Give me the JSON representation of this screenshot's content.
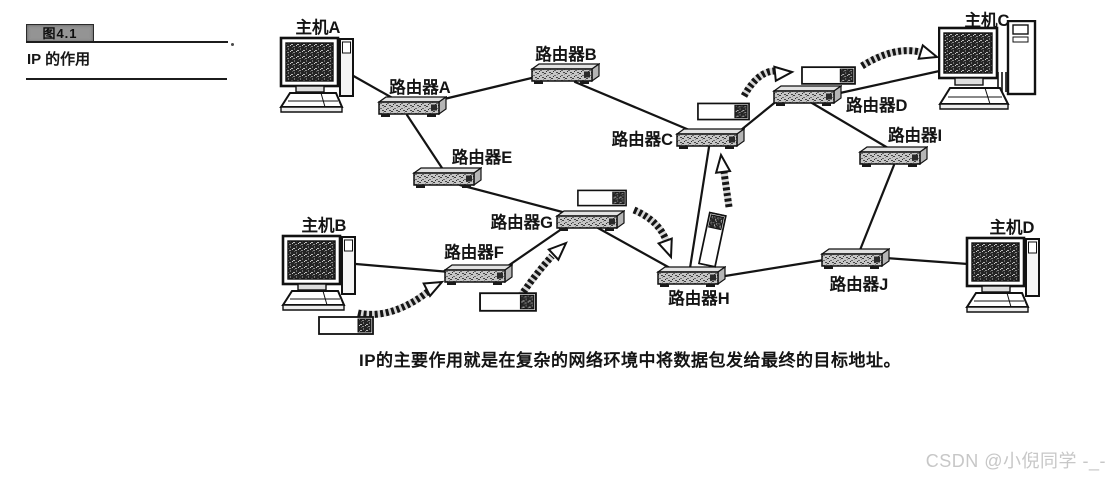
{
  "figure_header": {
    "badge": "图4.1",
    "title": "IP 的作用"
  },
  "caption": "IP的主要作用就是在复杂的网络环境中将数据包发给最终的目标地址。",
  "watermark": "CSDN @小倪同学 -_-",
  "colors": {
    "ink": "#111111",
    "paper": "#ffffff",
    "watermark_gray": "#c7c7c7"
  },
  "diagram": {
    "hosts": [
      {
        "id": "host-a",
        "label": "主机A"
      },
      {
        "id": "host-b",
        "label": "主机B"
      },
      {
        "id": "host-c",
        "label": "主机C"
      },
      {
        "id": "host-d",
        "label": "主机D"
      }
    ],
    "routers": [
      {
        "id": "router-a",
        "label": "路由器A"
      },
      {
        "id": "router-b",
        "label": "路由器B"
      },
      {
        "id": "router-c",
        "label": "路由器C"
      },
      {
        "id": "router-d",
        "label": "路由器D"
      },
      {
        "id": "router-e",
        "label": "路由器E"
      },
      {
        "id": "router-f",
        "label": "路由器F"
      },
      {
        "id": "router-g",
        "label": "路由器G"
      },
      {
        "id": "router-h",
        "label": "路由器H"
      },
      {
        "id": "router-i",
        "label": "路由器I"
      },
      {
        "id": "router-j",
        "label": "路由器J"
      }
    ],
    "links": [
      [
        "主机A",
        "路由器A"
      ],
      [
        "路由器A",
        "路由器B"
      ],
      [
        "路由器B",
        "路由器C"
      ],
      [
        "路由器A",
        "路由器E"
      ],
      [
        "路由器E",
        "路由器G"
      ],
      [
        "路由器G",
        "路由器F"
      ],
      [
        "主机B",
        "路由器F"
      ],
      [
        "路由器G",
        "路由器H"
      ],
      [
        "路由器C",
        "路由器H"
      ],
      [
        "路由器C",
        "路由器D"
      ],
      [
        "路由器D",
        "主机C"
      ],
      [
        "路由器D",
        "路由器I"
      ],
      [
        "路由器I",
        "路由器J"
      ],
      [
        "路由器H",
        "路由器J"
      ],
      [
        "路由器J",
        "主机D"
      ]
    ],
    "packet_flow": [
      "主机B→路由器F",
      "路由器F→路由器G",
      "路由器G→路由器H",
      "路由器H→路由器C",
      "路由器C→路由器D",
      "路由器D→主机C"
    ]
  }
}
